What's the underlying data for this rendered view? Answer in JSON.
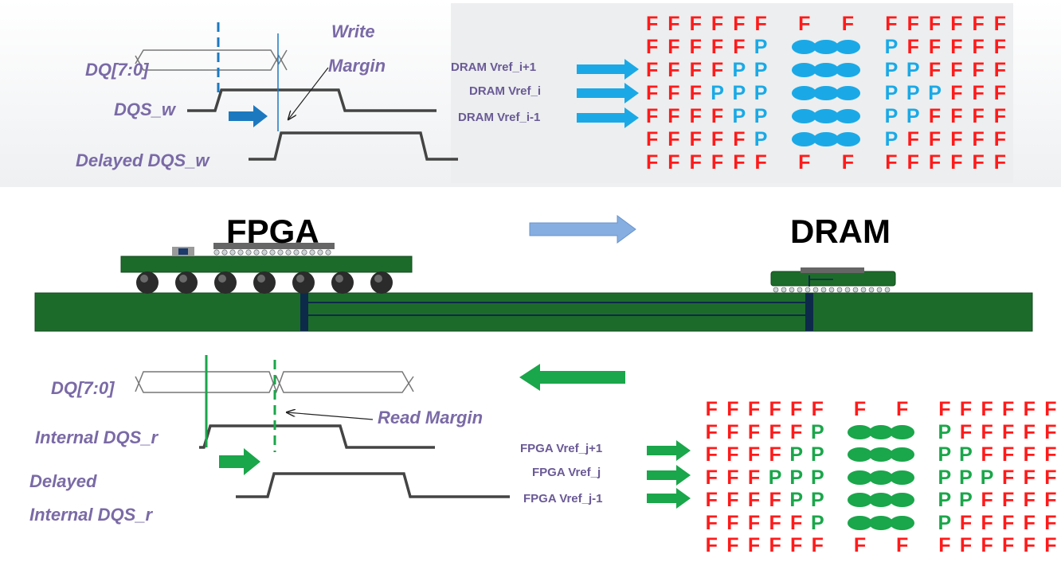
{
  "colors": {
    "fail": "#ff1a1a",
    "pass_write": "#1aa9e6",
    "pass_read": "#1aa64a",
    "label_text": "#7a6aa6",
    "pcb_green": "#1d6b2b",
    "arrow_blue": "#1aa9e6",
    "arrow_green": "#1aa64a"
  },
  "write_timing": {
    "dq_label": "DQ[7:0]",
    "dqs_label": "DQS_w",
    "delayed_label": "Delayed DQS_w",
    "margin_label_1": "Write",
    "margin_label_2": "Margin"
  },
  "read_timing": {
    "dq_label": "DQ[7:0]",
    "dqs_label": "Internal DQS_r",
    "delayed_label_1": "Delayed",
    "delayed_label_2": "Internal DQS_r",
    "margin_label": "Read Margin"
  },
  "write_grid": {
    "vref_labels": [
      "DRAM Vref_i+1",
      "DRAM Vref_i",
      "DRAM Vref_i-1"
    ],
    "rows": [
      "FFFFFF F F FFFFFF",
      "FFFFFP ooo PFFFFF",
      "FFFFPP ooo PPFFFF",
      "FFFPPP ooo PPPFFF",
      "FFFFPP ooo PPFFFF",
      "FFFFFP ooo PFFFFF",
      "FFFFFF F F FFFFFF"
    ]
  },
  "read_grid": {
    "vref_labels": [
      "FPGA Vref_j+1",
      "FPGA Vref_j",
      "FPGA Vref_j-1"
    ],
    "rows": [
      "FFFFFF F F FFFFFF",
      "FFFFFP ooo PFFFFF",
      "FFFFPP ooo PPFFFF",
      "FFFPPP ooo PPPFFF",
      "FFFFPP ooo PPFFFF",
      "FFFFFP ooo PFFFFF",
      "FFFFFF F F FFFFFF"
    ]
  },
  "board": {
    "fpga_label": "FPGA",
    "dram_label": "DRAM"
  }
}
